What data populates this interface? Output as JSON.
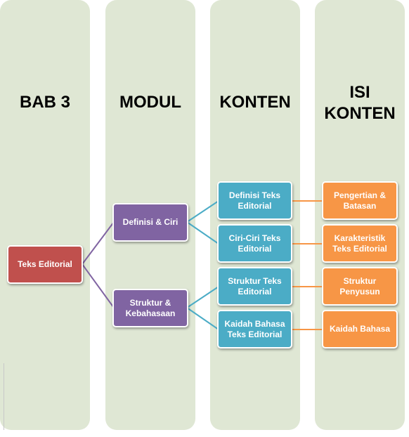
{
  "columns": [
    {
      "title": "BAB 3"
    },
    {
      "title": "MODUL"
    },
    {
      "title": "KONTEN"
    },
    {
      "title": "ISI\nKONTEN"
    }
  ],
  "root": {
    "label": "Teks Editorial"
  },
  "modules": [
    {
      "label": "Definisi & Ciri"
    },
    {
      "label": "Struktur &\nKebahasaan"
    }
  ],
  "contents": [
    {
      "label": "Definisi Teks\nEditorial"
    },
    {
      "label": "Ciri-Ciri Teks\nEditorial"
    },
    {
      "label": "Struktur Teks\nEditorial"
    },
    {
      "label": "Kaidah Bahasa\nTeks Editorial"
    }
  ],
  "details": [
    {
      "label": "Pengertian &\nBatasan"
    },
    {
      "label": "Karakteristik\nTeks Editorial"
    },
    {
      "label": "Struktur\nPenyusun"
    },
    {
      "label": "Kaidah Bahasa"
    }
  ],
  "colors": {
    "column_bg": "#dfe7d4",
    "root": "#c0504d",
    "module": "#8064a2",
    "content": "#4bacc6",
    "detail": "#f79646",
    "root_link": "#8064a2",
    "content_link": "#4bacc6",
    "detail_link": "#f79646"
  }
}
